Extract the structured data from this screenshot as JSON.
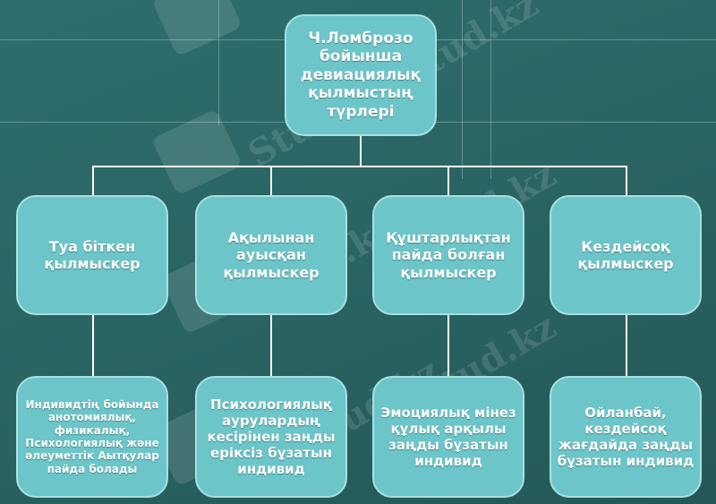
{
  "title": "Ч.Ломброзо бойынша девиациялық қылмыстың түрлері",
  "categories": [
    {
      "label": "Туа біткен қылмыскер",
      "description": "Индивидтің бойында анотомиялық, физикалық, Психологиялық және әлеуметтік Аытқулар пайда болады"
    },
    {
      "label": "Ақылынан ауысқан қылмыскер",
      "description": "Психологиялық аурулардың кесірінен заңды еріксіз бұзатын индивид"
    },
    {
      "label": "Құштарлықтан пайда болған қылмыскер",
      "description": "Эмоциялық мінез құлық арқылы заңды бұзатын индивид"
    },
    {
      "label": "Кездейсоқ қылмыскер",
      "description": "Ойланбай, кездейсоқ жағдайда заңды бұзатын индивид"
    }
  ],
  "watermark": "Stud.kz",
  "colors": {
    "background": "#2a6463",
    "box": "#6cc5c9",
    "box_border": "#a9e0e2"
  }
}
